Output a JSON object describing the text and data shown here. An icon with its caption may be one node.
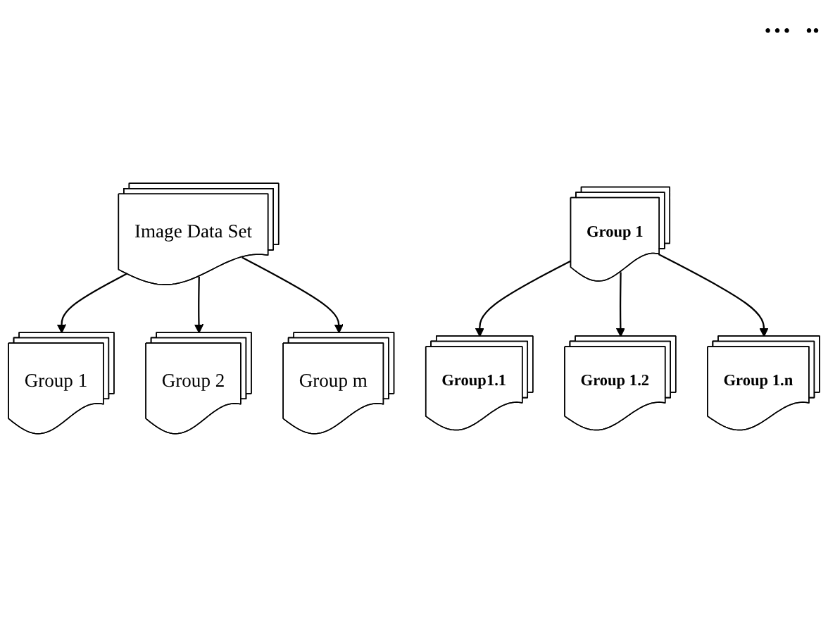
{
  "diagram": {
    "nodes": [
      {
        "text": [
          "Image Data Set"
        ]
      },
      {
        "text": [
          "Group 1"
        ]
      },
      {
        "text": [
          "Group 2"
        ]
      },
      {
        "text": [
          "Group m"
        ]
      },
      {
        "text": [
          "Group 1"
        ]
      },
      {
        "text": [
          "Group1.1"
        ]
      },
      {
        "text": [
          "Group 1.2"
        ]
      },
      {
        "text": [
          "Group 1.n"
        ]
      }
    ],
    "edges": [
      {
        "from": 0,
        "to": 1,
        "arrow": "to"
      },
      {
        "from": 0,
        "to": 2,
        "arrow": "to"
      },
      {
        "from": 0,
        "to": 3,
        "arrow": "to"
      },
      {
        "from": 4,
        "to": 5,
        "arrow": "to"
      },
      {
        "from": 4,
        "to": 6,
        "arrow": "to"
      },
      {
        "from": 4,
        "to": 7,
        "arrow": "to"
      }
    ],
    "labels": [
      "…",
      ".."
    ]
  }
}
